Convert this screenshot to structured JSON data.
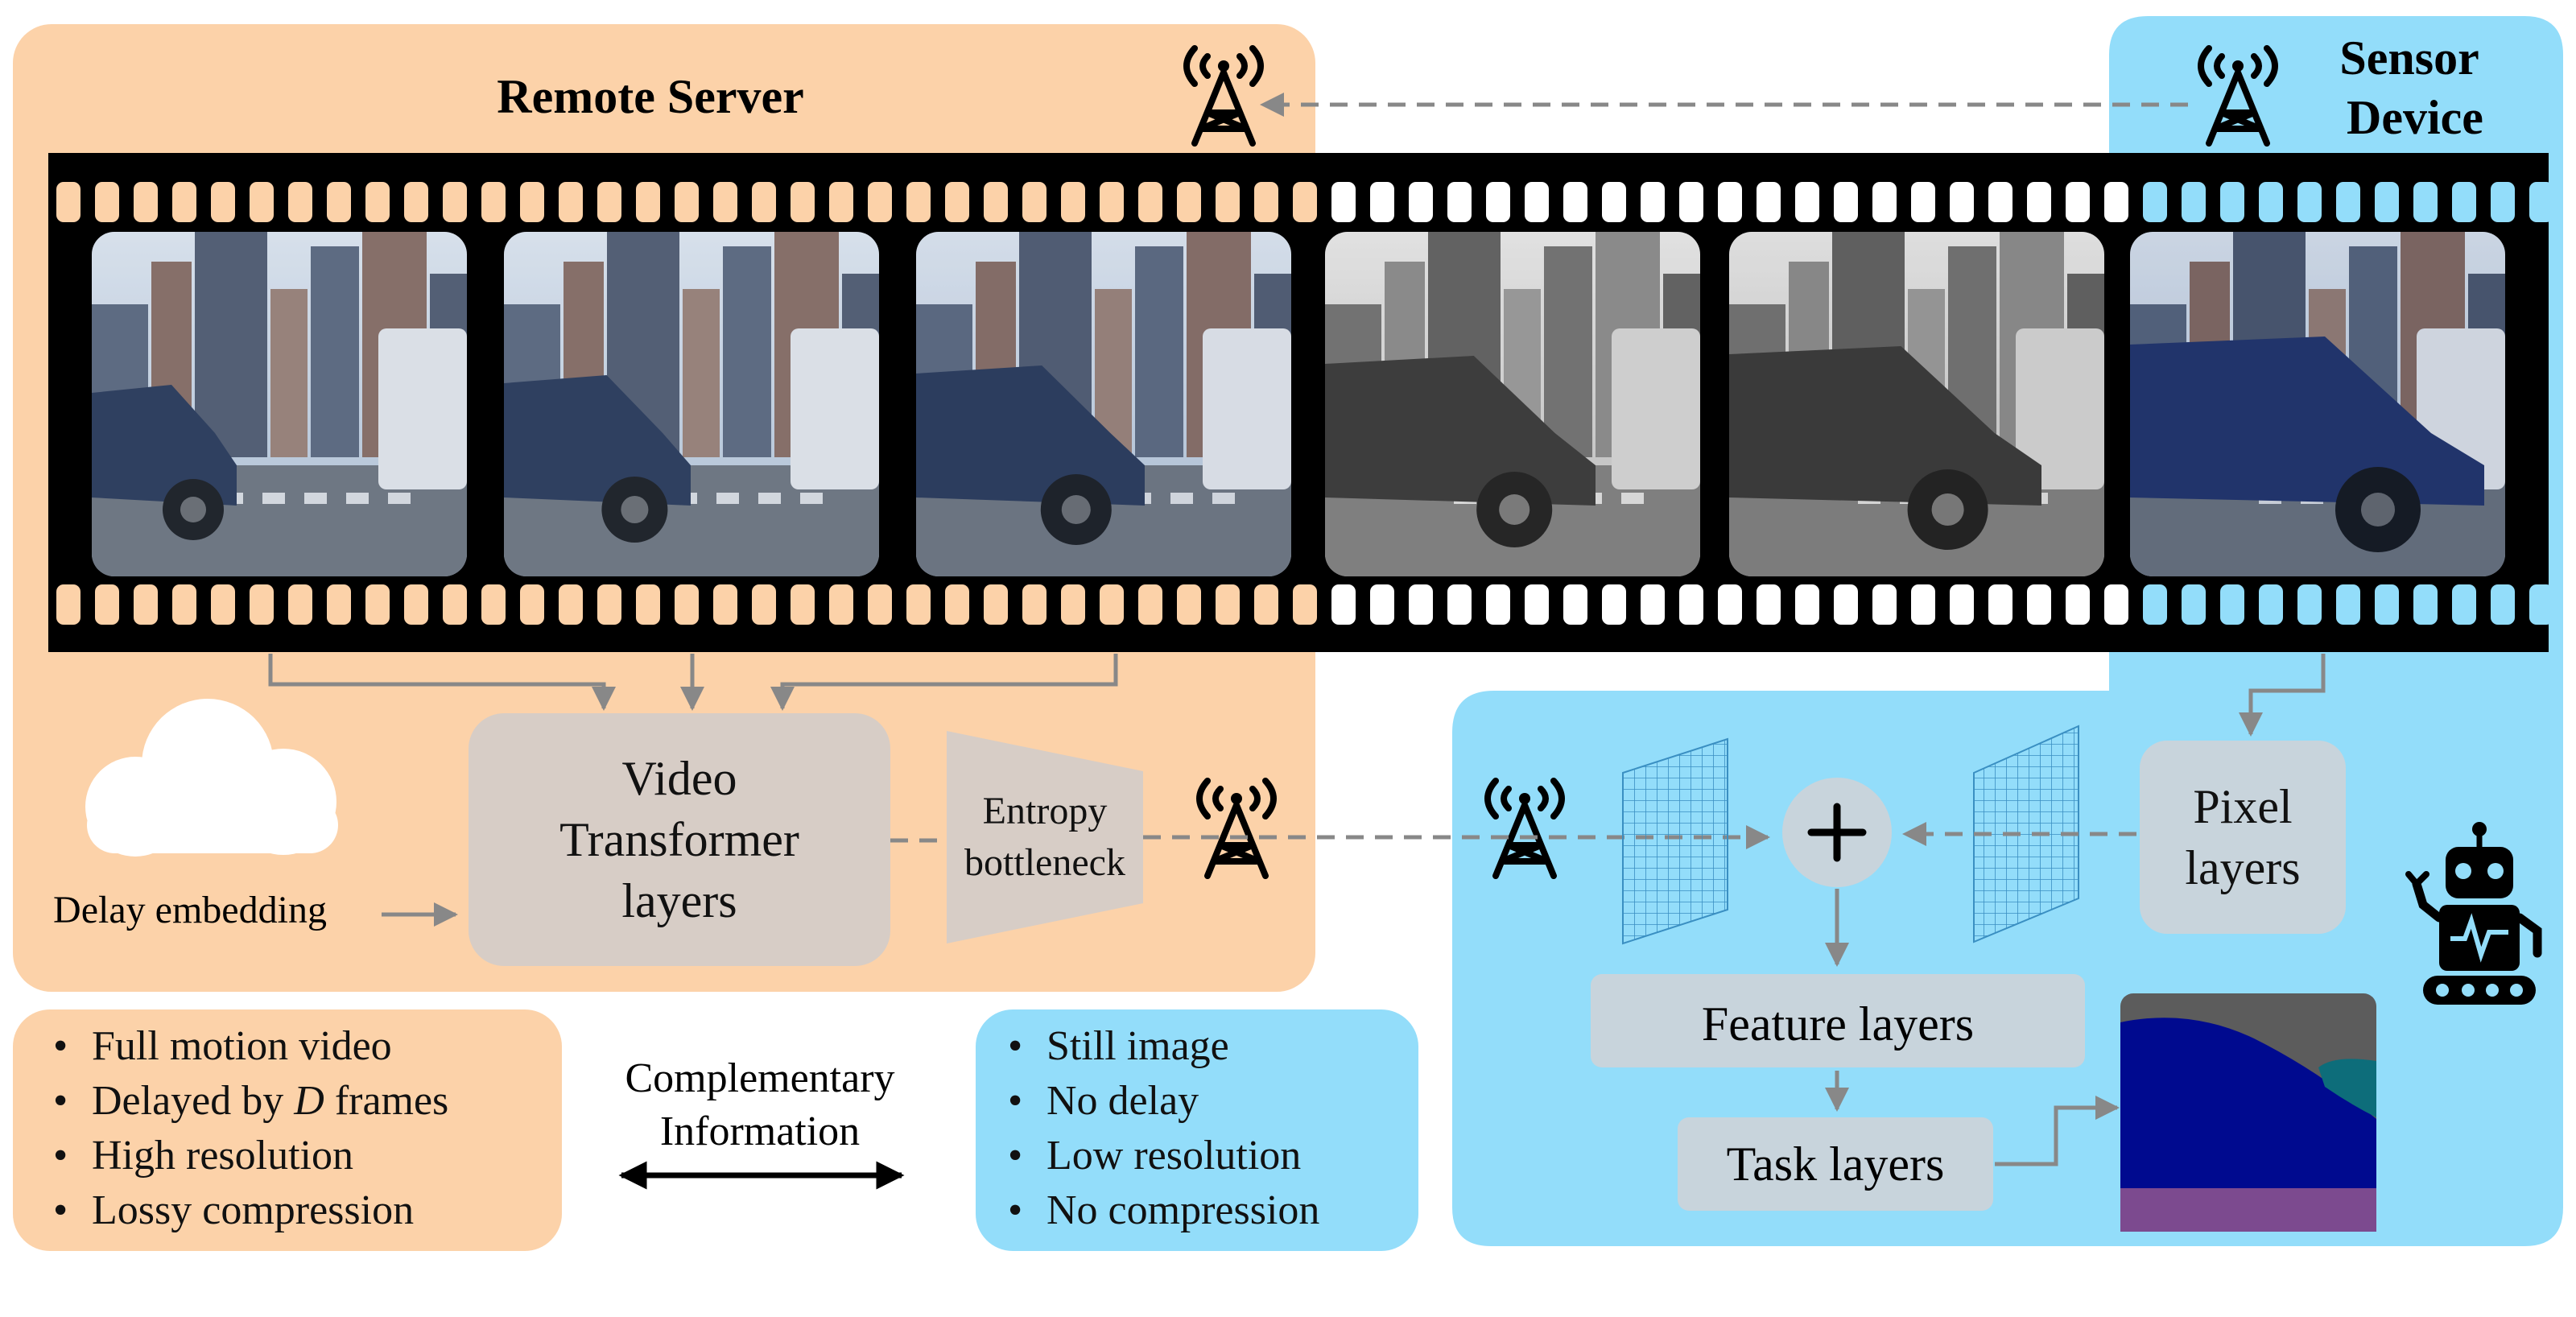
{
  "remote_server": {
    "title": "Remote Server",
    "transformer_label": "Video Transformer layers",
    "bottleneck_label": "Entropy bottleneck",
    "delay_embedding_label": "Delay embedding"
  },
  "sensor_device": {
    "title": "Sensor Device",
    "pixel_layers_label": "Pixel layers",
    "feature_layers_label": "Feature layers",
    "task_layers_label": "Task layers"
  },
  "film_strip": {
    "frames": [
      {
        "tone": "color",
        "tint": "#6f8bb1"
      },
      {
        "tone": "color",
        "tint": "#6f8bb1"
      },
      {
        "tone": "color",
        "tint": "#5f7ba6"
      },
      {
        "tone": "gray",
        "tint": "#8c8c8c"
      },
      {
        "tone": "gray",
        "tint": "#7a7a7a"
      },
      {
        "tone": "color",
        "tint": "#2f4e86"
      }
    ]
  },
  "remote_properties": {
    "items": [
      "Full motion video",
      "Delayed by D frames",
      "High resolution",
      "Lossy compression"
    ]
  },
  "sensor_properties": {
    "items": [
      "Still image",
      "No delay",
      "Low resolution",
      "No compression"
    ]
  },
  "complementary": {
    "line1": "Complementary",
    "line2": "Information"
  },
  "colors": {
    "remote_bg": "#fcd2a9",
    "sensor_bg": "#93ddfa",
    "block_gray": "#d7cdc6",
    "block_blue_gray": "#c8d4dc",
    "film_black": "#000000",
    "arrow_gray": "#888888"
  },
  "icons": [
    "antenna-tower-icon",
    "cloud-icon",
    "robot-icon",
    "plus-icon",
    "feature-grid-icon",
    "segmentation-output-image"
  ]
}
